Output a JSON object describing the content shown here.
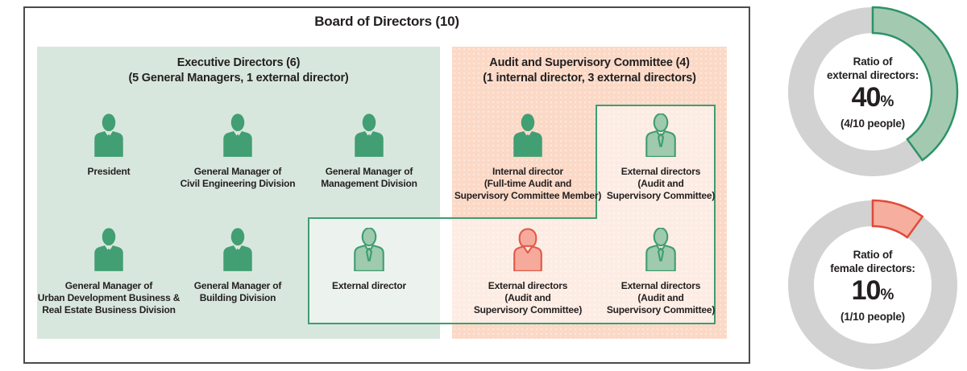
{
  "board": {
    "title": "Board of Directors (10)"
  },
  "panels": {
    "executive": {
      "title_line1": "Executive Directors (6)",
      "title_line2": "(5 General Managers, 1 external director)"
    },
    "audit": {
      "title_line1": "Audit and Supervisory Committee (4)",
      "title_line2": "(1 internal director, 3 external directors)"
    }
  },
  "people": [
    {
      "id": "president",
      "icon": "male-filled",
      "label": "President"
    },
    {
      "id": "gm-civil-engineering",
      "icon": "male-filled",
      "label": "General Manager of\nCivil Engineering Division"
    },
    {
      "id": "gm-management",
      "icon": "male-filled",
      "label": "General Manager of\nManagement Division"
    },
    {
      "id": "gm-urban-development",
      "icon": "male-filled",
      "label": "General Manager of\nUrban Development Business &\nReal Estate Business Division"
    },
    {
      "id": "gm-building",
      "icon": "male-filled",
      "label": "General Manager of\nBuilding Division"
    },
    {
      "id": "external-director",
      "icon": "male-outline",
      "label": "External director"
    },
    {
      "id": "internal-director-audit",
      "icon": "male-filled",
      "label": "Internal director\n(Full-time Audit and\nSupervisory Committee Member)"
    },
    {
      "id": "external-director-audit-1",
      "icon": "male-outline",
      "label": "External directors\n(Audit and\nSupervisory Committee)"
    },
    {
      "id": "external-director-audit-2",
      "icon": "female-outline",
      "label": "External directors\n(Audit and\nSupervisory Committee)"
    },
    {
      "id": "external-director-audit-3",
      "icon": "male-outline",
      "label": "External directors\n(Audit and\nSupervisory Committee)"
    }
  ],
  "colors": {
    "panel_green": "#d8e7dd",
    "panel_orange": "#fbd9c6",
    "icon_green_filled": "#429e73",
    "icon_green_light": "#9fcaae",
    "icon_green_stroke": "#3f9d71",
    "icon_salmon_fill": "#f5aa9c",
    "icon_salmon_stroke": "#e05a48",
    "outline_box_green": "#3f9d71",
    "donut_gray": "#d2d2d2",
    "text": "#231f20",
    "border": "#4b4b4b"
  },
  "chart_data": [
    {
      "type": "donut",
      "label_line1": "Ratio of",
      "label_line2": "external directors:",
      "value": 40,
      "unit": "%",
      "sub_label": "(4/10 people)",
      "segments": [
        {
          "name": "external directors",
          "value": 4,
          "color": "#a3cab1",
          "stroke": "#2f9268"
        },
        {
          "name": "other directors",
          "value": 6,
          "color": "#d2d2d2",
          "stroke": "none"
        }
      ]
    },
    {
      "type": "donut",
      "label_line1": "Ratio of",
      "label_line2": "female directors:",
      "value": 10,
      "unit": "%",
      "sub_label": "(1/10 people)",
      "segments": [
        {
          "name": "female directors",
          "value": 1,
          "color": "#f6ae9f",
          "stroke": "#e04a38"
        },
        {
          "name": "male directors",
          "value": 9,
          "color": "#d2d2d2",
          "stroke": "none"
        }
      ]
    }
  ]
}
